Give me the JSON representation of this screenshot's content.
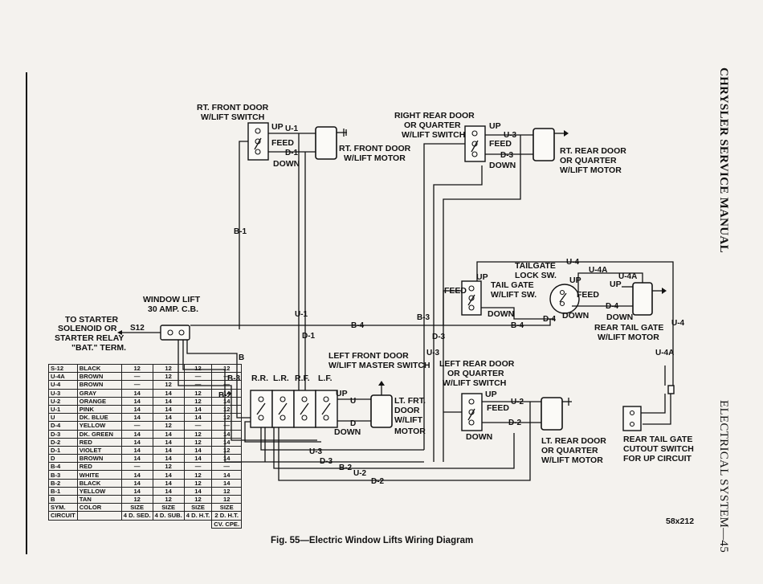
{
  "header": {
    "running_title": "CHRYSLER SERVICE MANUAL",
    "section_title": "ELECTRICAL SYSTEM—45"
  },
  "components": {
    "rt_front_switch": "RT. FRONT DOOR W/LIFT SWITCH",
    "rt_front_switch_l1": "RT. FRONT DOOR",
    "rt_front_switch_l2": "W/LIFT SWITCH",
    "rt_front_motor_l1": "RT. FRONT DOOR",
    "rt_front_motor_l2": "W/LIFT MOTOR",
    "right_rear_switch_l1": "RIGHT REAR DOOR",
    "right_rear_switch_l2": "OR QUARTER",
    "right_rear_switch_l3": "W/LIFT SWITCH",
    "rt_rear_motor_l1": "RT. REAR DOOR",
    "rt_rear_motor_l2": "OR QUARTER",
    "rt_rear_motor_l3": "W/LIFT MOTOR",
    "tailgate_lock_l1": "TAILGATE",
    "tailgate_lock_l2": "LOCK SW.",
    "tail_gate_switch_l1": "TAIL GATE",
    "tail_gate_switch_l2": "W/LIFT SW.",
    "rear_tail_gate_motor_l1": "REAR TAIL GATE",
    "rear_tail_gate_motor_l2": "W/LIFT MOTOR",
    "window_lift_cb_l1": "WINDOW LIFT",
    "window_lift_cb_l2": "30 AMP. C.B.",
    "starter_l1": "TO STARTER",
    "starter_l2": "SOLENOID OR",
    "starter_l3": "STARTER RELAY",
    "starter_l4": "\"BAT.\" TERM.",
    "left_front_master_l1": "LEFT FRONT DOOR",
    "left_front_master_l2": "W/LIFT MASTER SWITCH",
    "lt_frt_motor_l1": "LT. FRT.",
    "lt_frt_motor_l2": "DOOR",
    "lt_frt_motor_l3": "W/LIFT",
    "lt_frt_motor_l4": "MOTOR",
    "left_rear_switch_l1": "LEFT REAR DOOR",
    "left_rear_switch_l2": "OR QUARTER",
    "left_rear_switch_l3": "W/LIFT SWITCH",
    "lt_rear_motor_l1": "LT. REAR DOOR",
    "lt_rear_motor_l2": "OR QUARTER",
    "lt_rear_motor_l3": "W/LIFT MOTOR",
    "cutout_l1": "REAR TAIL GATE",
    "cutout_l2": "CUTOUT SWITCH",
    "cutout_l3": "FOR UP CIRCUIT"
  },
  "terms": {
    "up": "UP",
    "down": "DOWN",
    "feed": "FEED",
    "rr": "R.R.",
    "lr": "L.R.",
    "rf": "R.F.",
    "lf": "L.F."
  },
  "wires": {
    "s12": "S12",
    "b1": "B-1",
    "b2": "B-2",
    "b3": "B-3",
    "b4": "B-4",
    "b": "B",
    "u": "U",
    "d": "D",
    "u1": "U-1",
    "d1": "D-1",
    "u2": "U-2",
    "d2": "D-2",
    "u3": "U-3",
    "d3": "D-3",
    "u4": "U-4",
    "d4": "D-4",
    "u4a": "U-4A"
  },
  "color_table": {
    "rows": [
      [
        "S-12",
        "BLACK",
        "12",
        "12",
        "12",
        "12"
      ],
      [
        "U-4A",
        "BROWN",
        "—",
        "12",
        "—",
        "—"
      ],
      [
        "U-4",
        "BROWN",
        "—",
        "12",
        "—",
        "—"
      ],
      [
        "U-3",
        "GRAY",
        "14",
        "14",
        "12",
        "14"
      ],
      [
        "U-2",
        "ORANGE",
        "14",
        "14",
        "12",
        "14"
      ],
      [
        "U-1",
        "PINK",
        "14",
        "14",
        "14",
        "12"
      ],
      [
        "U",
        "DK. BLUE",
        "14",
        "14",
        "14",
        "12"
      ],
      [
        "D-4",
        "YELLOW",
        "—",
        "12",
        "—",
        "—"
      ],
      [
        "D-3",
        "DK. GREEN",
        "14",
        "14",
        "12",
        "14"
      ],
      [
        "D-2",
        "RED",
        "14",
        "14",
        "12",
        "14"
      ],
      [
        "D-1",
        "VIOLET",
        "14",
        "14",
        "14",
        "12"
      ],
      [
        "D",
        "BROWN",
        "14",
        "14",
        "14",
        "14"
      ],
      [
        "B-4",
        "RED",
        "—",
        "12",
        "—",
        "—"
      ],
      [
        "B-3",
        "WHITE",
        "14",
        "14",
        "12",
        "14"
      ],
      [
        "B-2",
        "BLACK",
        "14",
        "14",
        "12",
        "14"
      ],
      [
        "B-1",
        "YELLOW",
        "14",
        "14",
        "14",
        "12"
      ],
      [
        "B",
        "TAN",
        "12",
        "12",
        "12",
        "12"
      ]
    ],
    "head1": [
      "SYM.",
      "COLOR",
      "SIZE",
      "SIZE",
      "SIZE",
      "SIZE"
    ],
    "head2": [
      "CIRCUIT",
      "",
      "4 D. SED.",
      "4 D. SUB.",
      "4 D. H.T.",
      "2 D. H.T."
    ],
    "head3": "CV. CPE."
  },
  "footer": {
    "figure_id": "58x212",
    "caption": "Fig. 55—Electric Window Lifts Wiring Diagram"
  }
}
